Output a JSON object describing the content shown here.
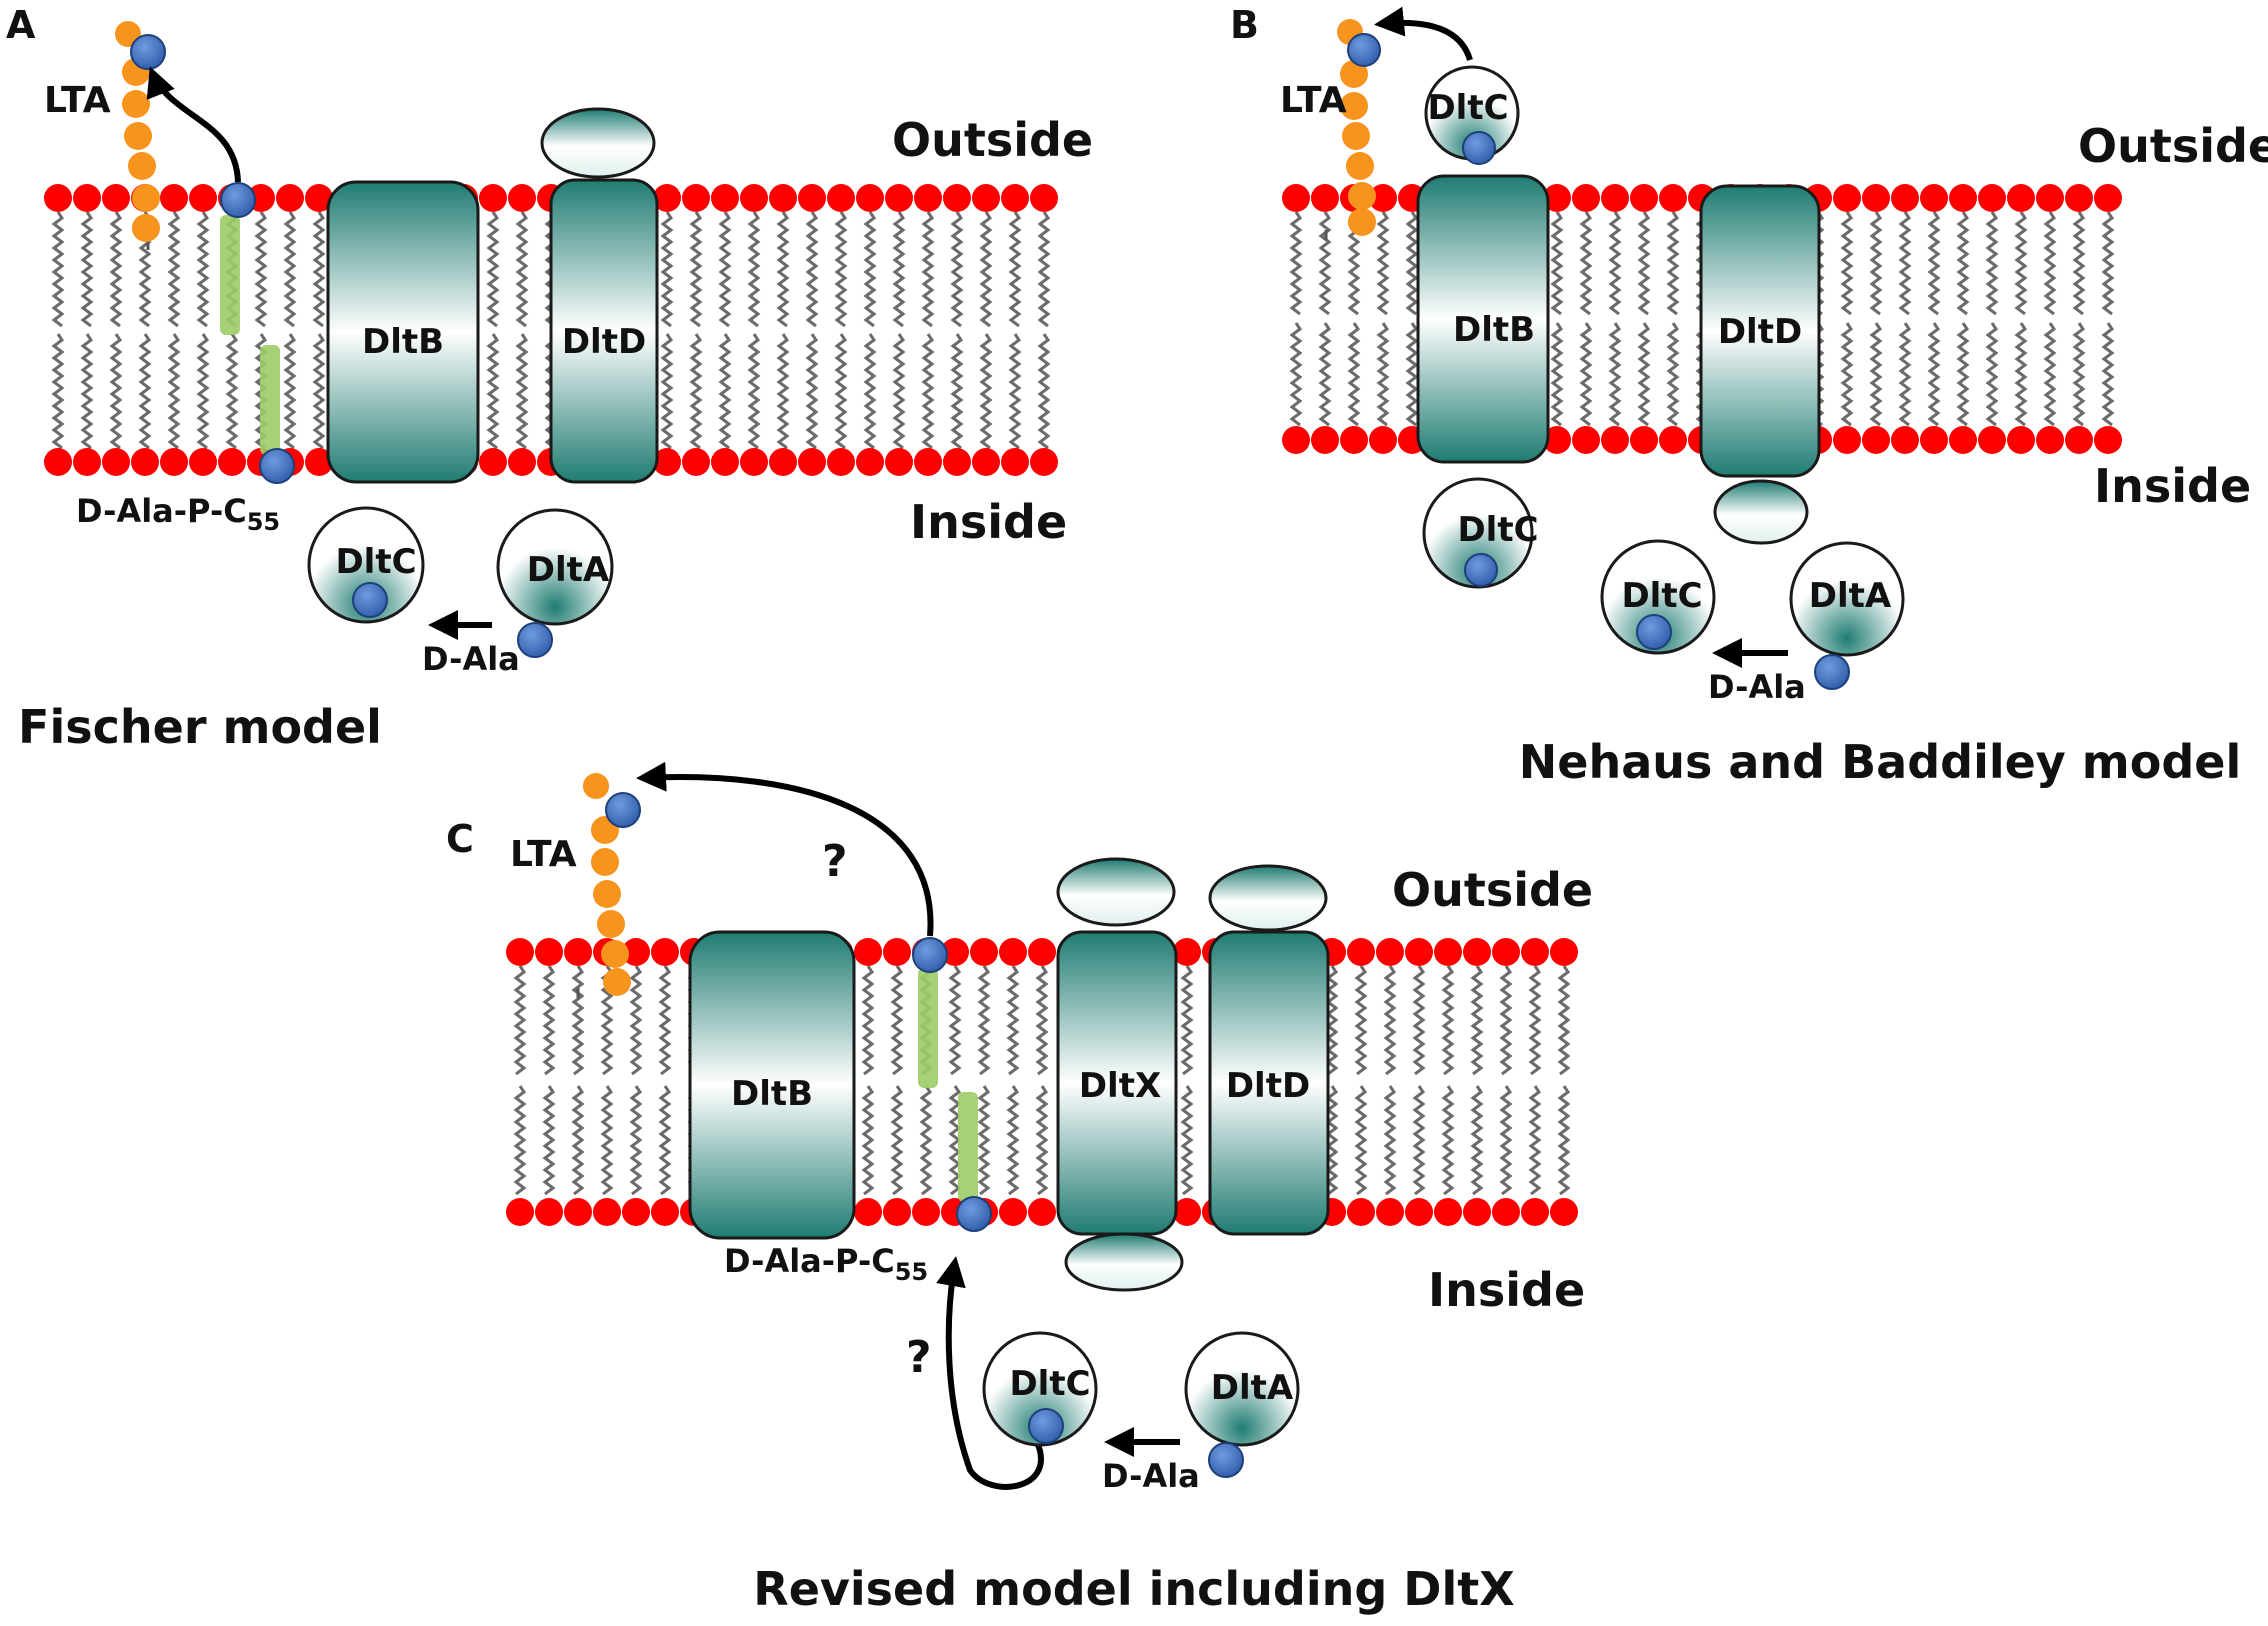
{
  "colors": {
    "headgroup": "#ff0000",
    "tail": "#6b6b6b",
    "protein_dark": "#1f7c72",
    "protein_light": "#ffffff",
    "lta_bead": "#f7941d",
    "dala_bead": "#3f6fb8",
    "carrier_lipid": "#9ccc65",
    "arrow": "#000000"
  },
  "icons": {
    "headgroup": "red-circle-icon",
    "tail": "zigzag-tail-icon",
    "dala": "blue-sphere-icon",
    "lta": "orange-bead-chain-icon"
  },
  "panels": {
    "a": {
      "letter": "A",
      "outside": "Outside",
      "inside": "Inside",
      "lta": "LTA",
      "dltb": "DltB",
      "dltd": "DltD",
      "dltc": "DltC",
      "dlta": "DltA",
      "dala": "D-Ala",
      "carrier_base": "D-Ala-P-C",
      "carrier_sub": "55",
      "caption": "Fischer model"
    },
    "b": {
      "letter": "B",
      "outside": "Outside",
      "inside": "Inside",
      "lta": "LTA",
      "dltc_out": "DltC",
      "dltb": "DltB",
      "dltd": "DltD",
      "dltc_in1": "DltC",
      "dltc_in2": "DltC",
      "dlta": "DltA",
      "dala": "D-Ala",
      "caption": "Nehaus and Baddiley model"
    },
    "c": {
      "letter": "C",
      "outside": "Outside",
      "inside": "Inside",
      "lta": "LTA",
      "dltb": "DltB",
      "dltx": "DltX",
      "dltd": "DltD",
      "dltc": "DltC",
      "dlta": "DltA",
      "dala": "D-Ala",
      "carrier_base": "D-Ala-P-C",
      "carrier_sub": "55",
      "question_top": "?",
      "question_bottom": "?",
      "caption": "Revised model including DltX"
    }
  }
}
